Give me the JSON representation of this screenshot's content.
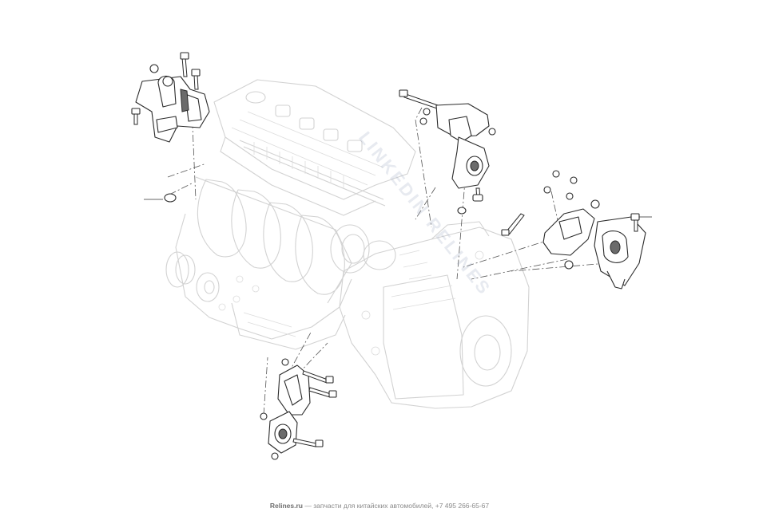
{
  "watermark": {
    "text": "LINKEDIN RELINES"
  },
  "footer": {
    "site": "Relines.ru",
    "text": "— запчасти для китайских автомобилей, +7 495 266-65-67"
  },
  "parts": [
    {
      "name": "engine-mount-bracket-upper-left"
    },
    {
      "name": "engine-mount-upper-right"
    },
    {
      "name": "transmission-mount-right"
    },
    {
      "name": "engine-mount-lower-rear"
    },
    {
      "name": "engine-transmission-assembly"
    }
  ]
}
